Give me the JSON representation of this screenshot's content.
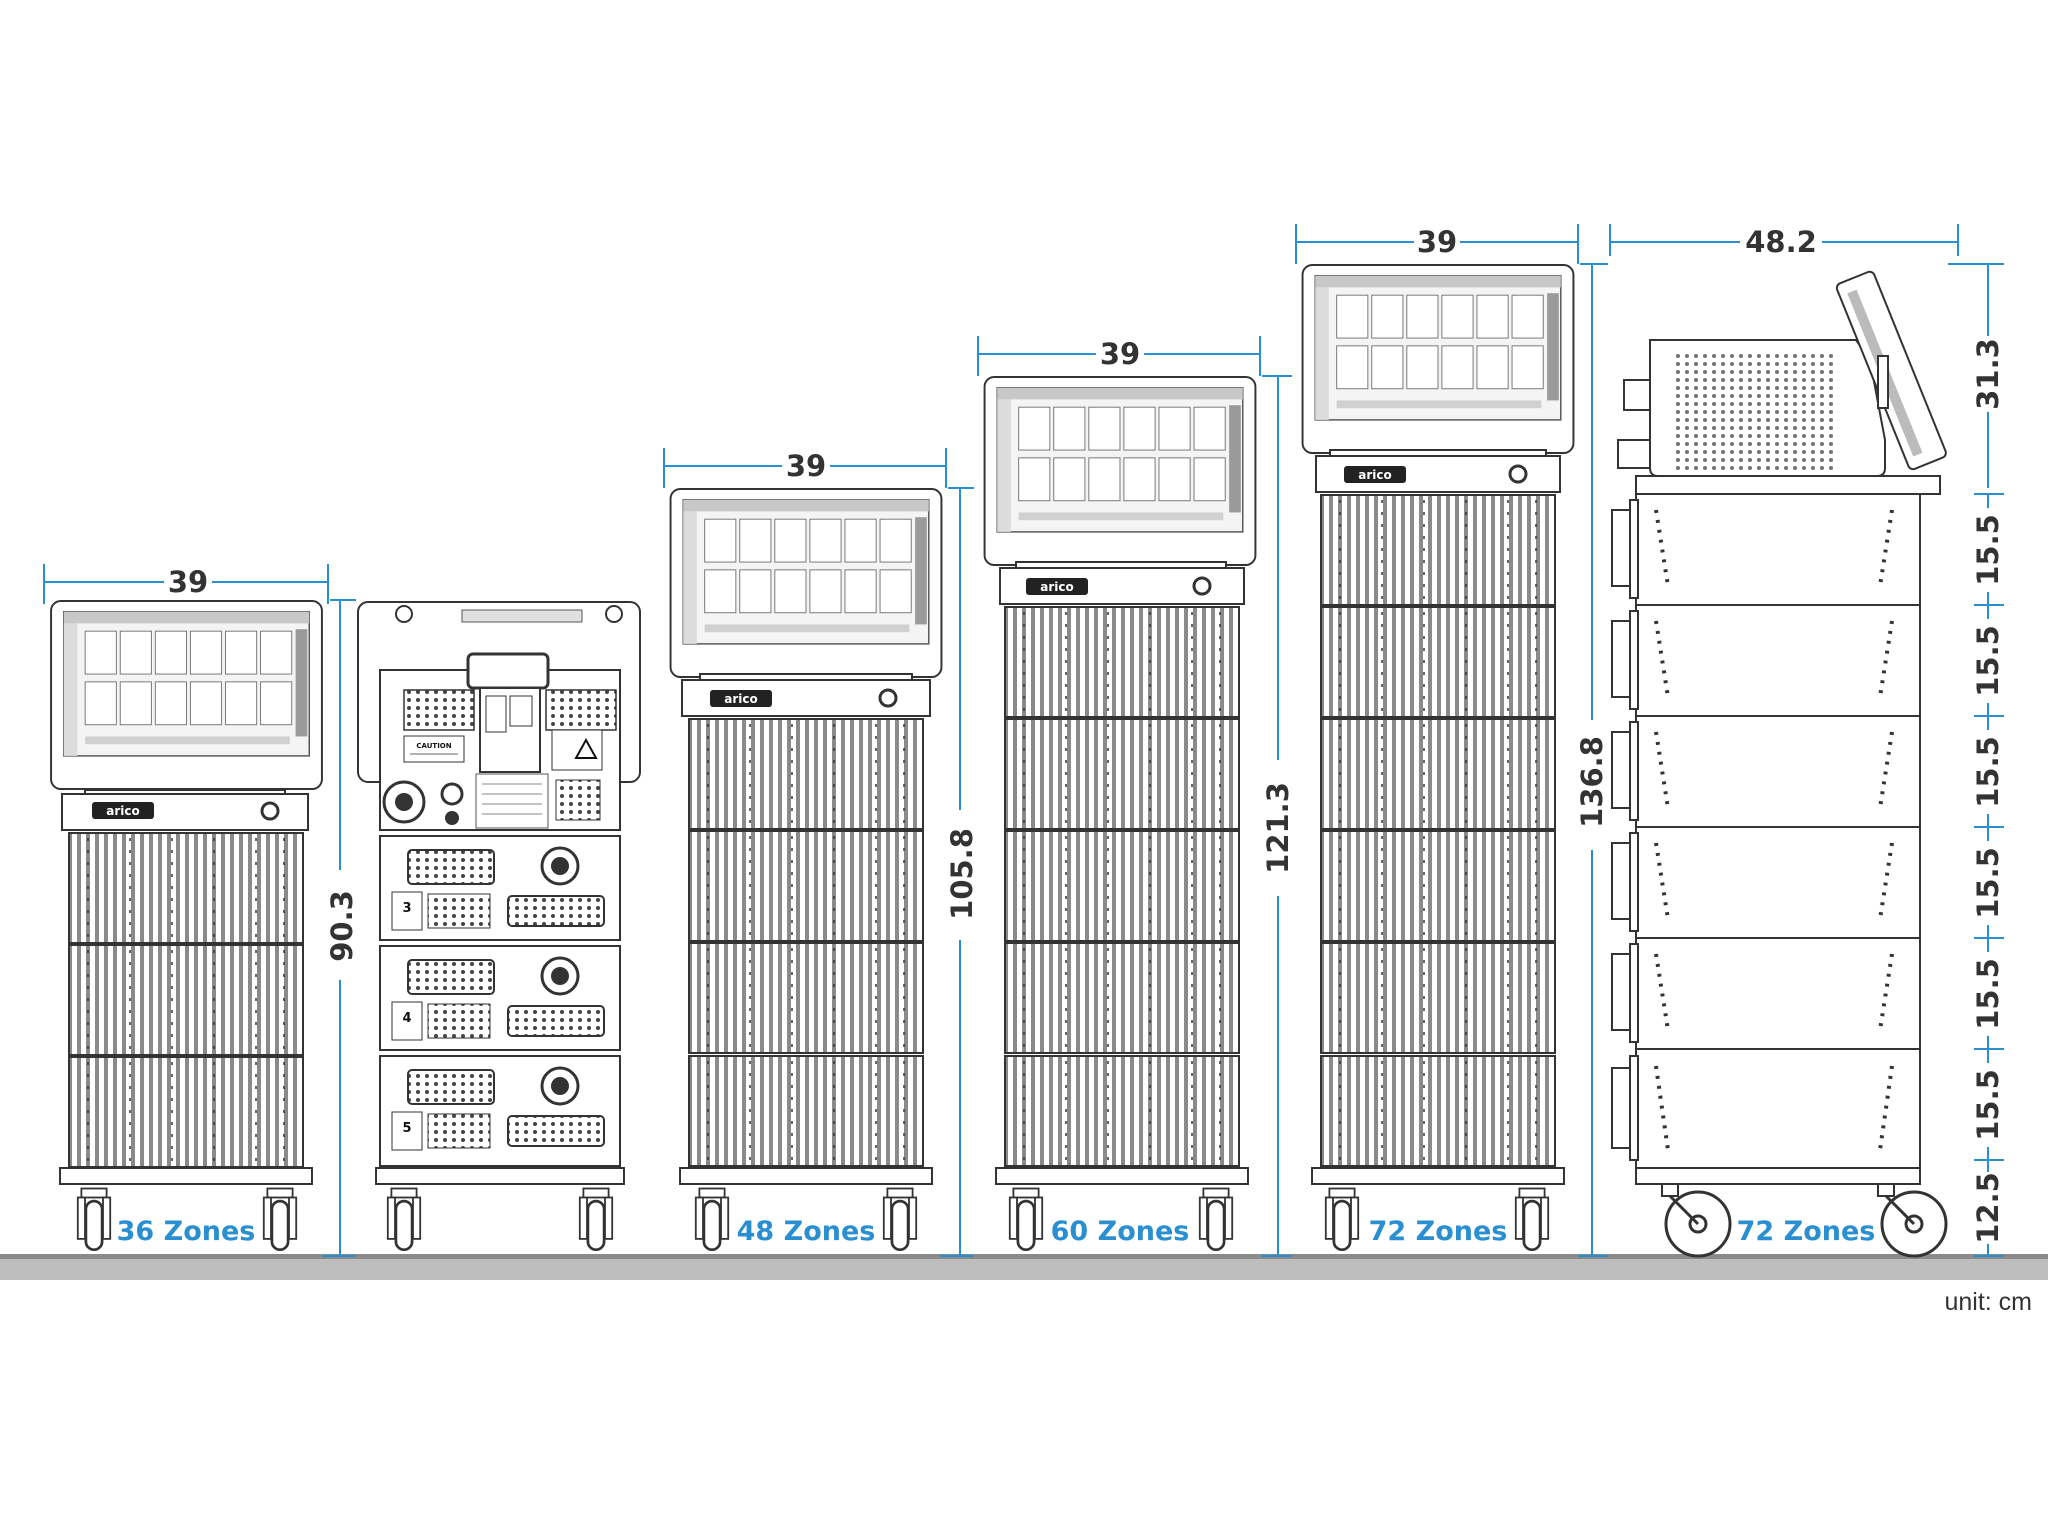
{
  "colors": {
    "dimension_line": "#2a8fd0",
    "dimension_text": "#333333",
    "zone_label": "#2a8fd0",
    "floor": "#9a9a9a",
    "outline": "#333333",
    "ribs": "#8a8a8a"
  },
  "brand": "arico",
  "unit_label": "unit: cm",
  "widths": {
    "w36": "39",
    "w48": "39",
    "w60": "39",
    "w72": "39",
    "side": "48.2"
  },
  "heights": {
    "h36": "90.3",
    "h48": "105.8",
    "h60": "121.3",
    "h72": "136.8"
  },
  "side_segments": [
    "31.3",
    "15.5",
    "15.5",
    "15.5",
    "15.5",
    "15.5",
    "15.5",
    "12.5"
  ],
  "zones": {
    "z36": "36 Zones",
    "z48": "48 Zones",
    "z60": "60 Zones",
    "z72": "72 Zones",
    "z72_side": "72 Zones"
  },
  "rear_panel": {
    "caution_label": "CAUTION",
    "module_numbers": [
      "3",
      "4",
      "5"
    ]
  },
  "icons": [
    "arico-logo",
    "caster-wheel",
    "touchscreen-display",
    "power-knob",
    "connector"
  ]
}
